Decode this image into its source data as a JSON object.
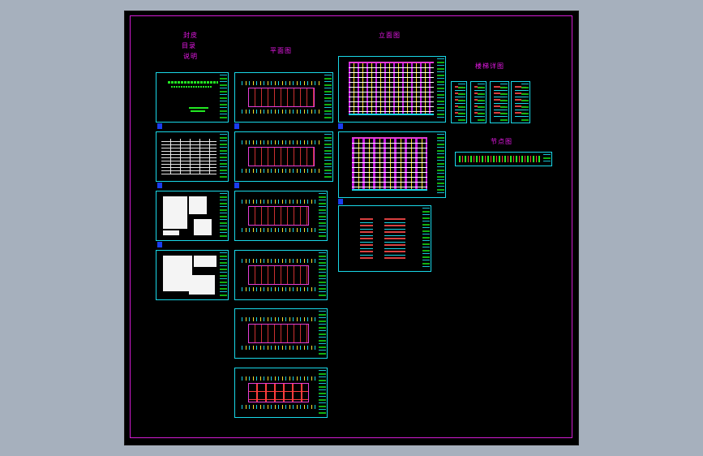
{
  "labels": {
    "cover": "封皮",
    "contents": "目录",
    "notes": "说明",
    "plans": "平面图",
    "elevations": "立面图",
    "stair_details": "楼梯详图",
    "node_details": "节点图"
  },
  "colors": {
    "background": "#a6b0bd",
    "canvas": "#000000",
    "layout_border": "#d21cd2",
    "sheet_frame": "#19d8e8",
    "label": "#e619e6",
    "tab": "#1a3df0"
  }
}
